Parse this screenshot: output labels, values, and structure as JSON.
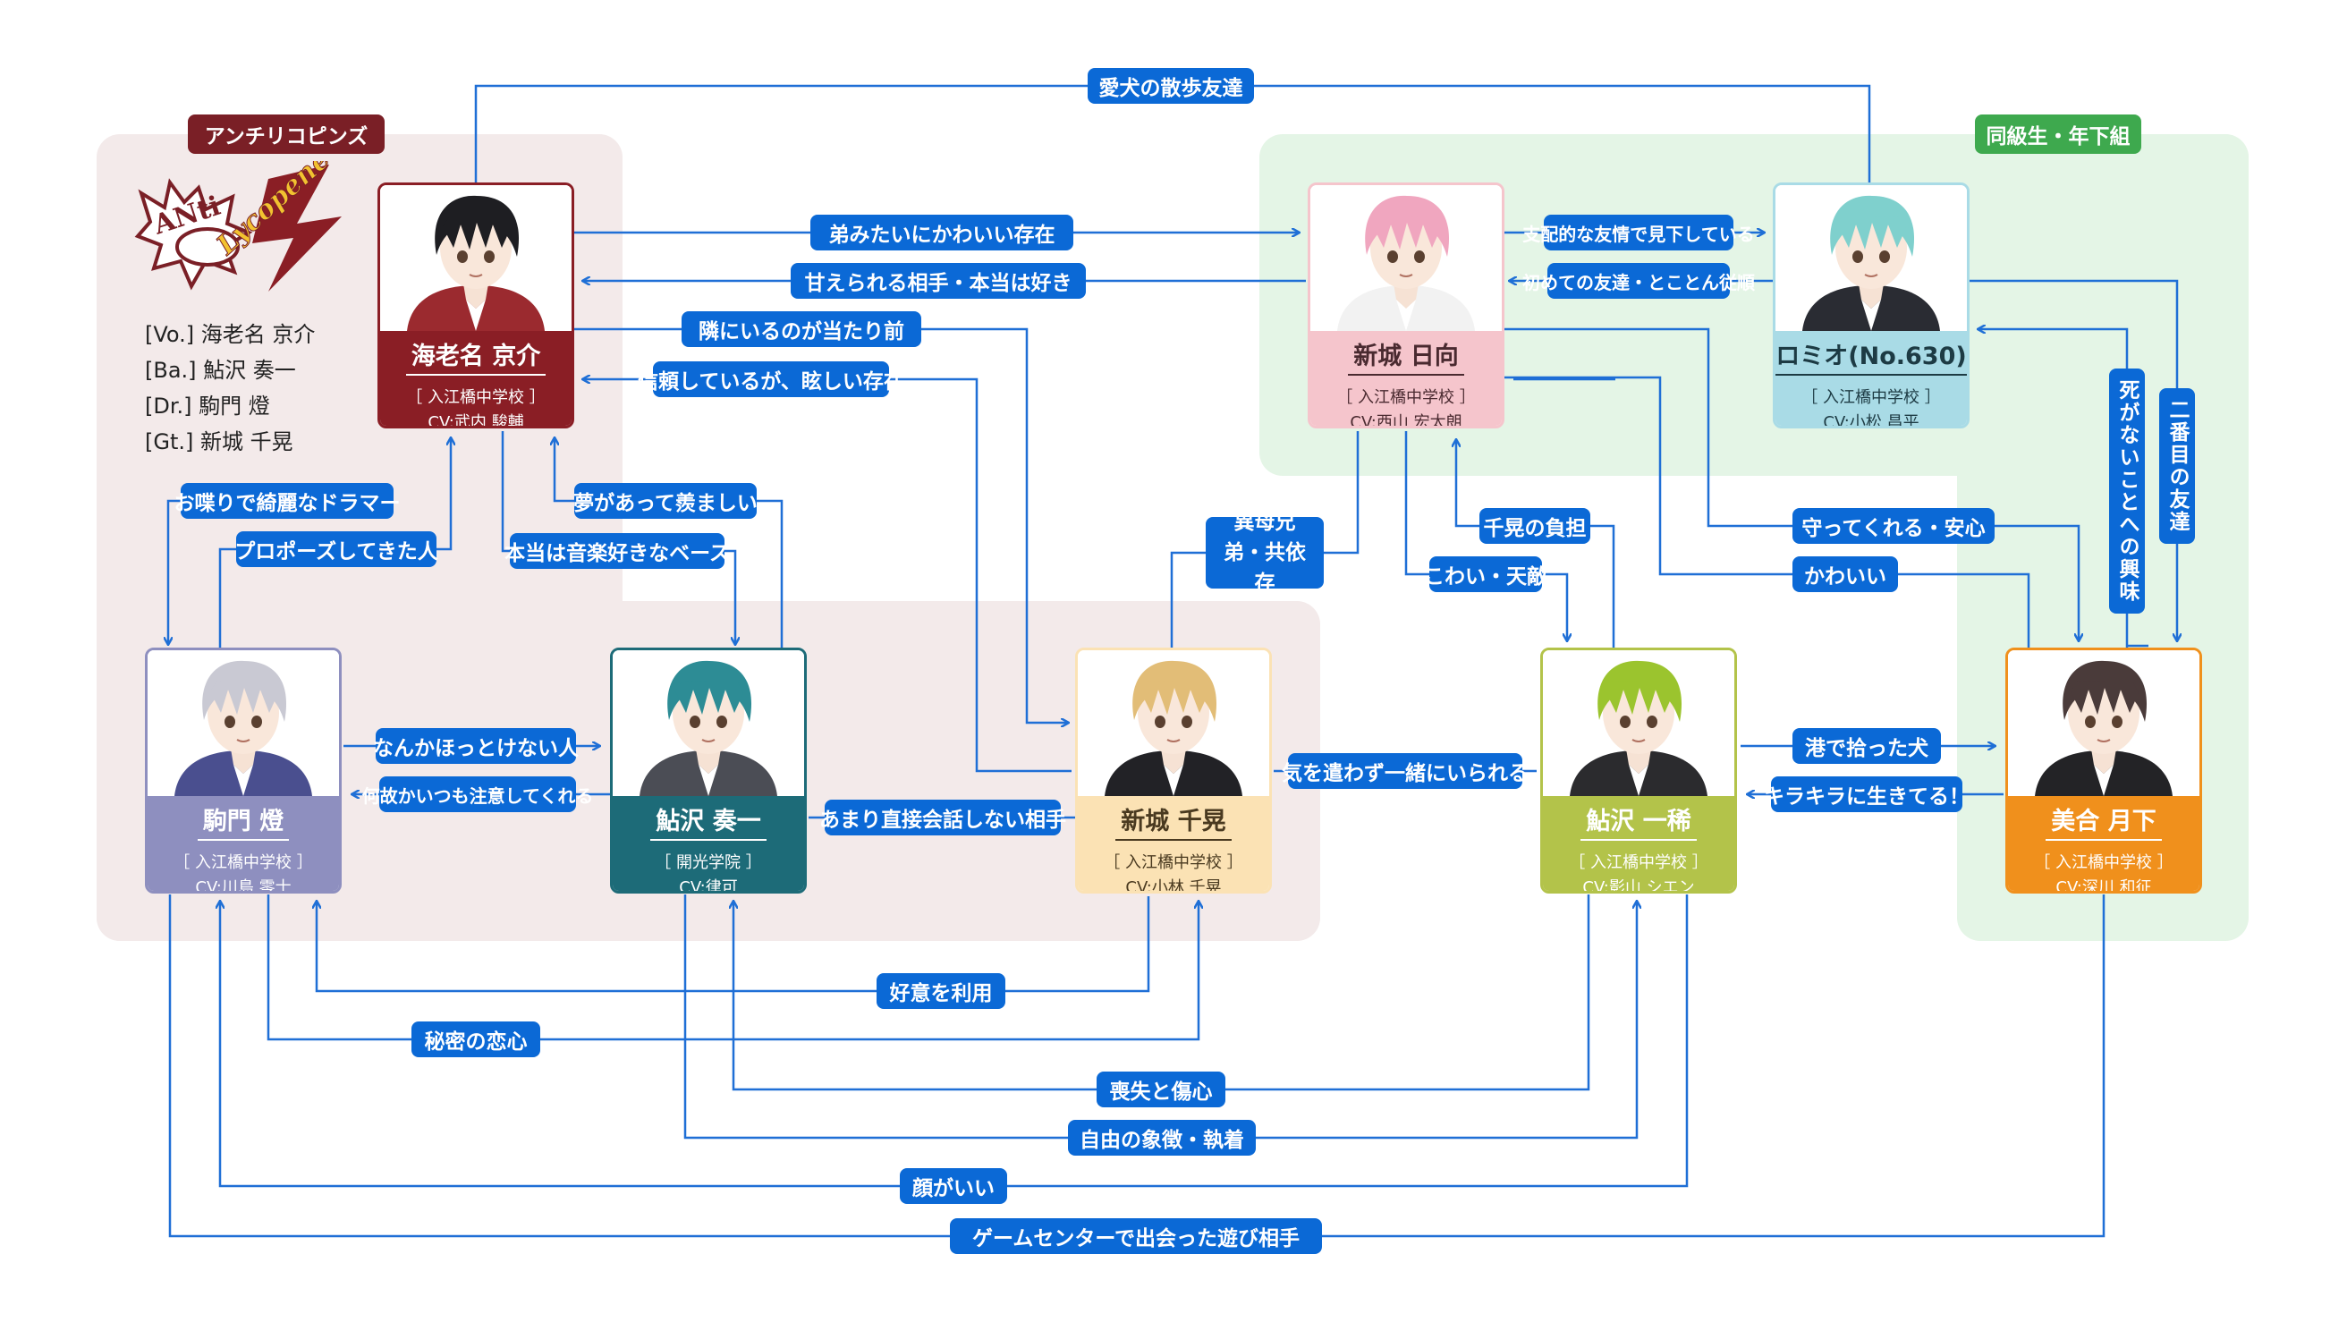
{
  "groups": {
    "anti": {
      "tag": "アンチリコピンズ",
      "color": "#7a1f26",
      "bg": "#f3eaea"
    },
    "junior": {
      "tag": "同級生・年下組",
      "color": "#3ea94e",
      "bg": "#e4f5e6"
    }
  },
  "logo": {
    "line1": "ANti",
    "line2": "Lycopene"
  },
  "members": [
    "[Vo.] 海老名 京介",
    "[Ba.] 鮎沢 奏一",
    "[Dr.] 駒門 燈",
    "[Gt.] 新城 千晃"
  ],
  "characters": {
    "ebina": {
      "name": "海老名 京介",
      "school": "［ 入江橋中学校 ］",
      "cv": "CV:武内 駿輔",
      "color": "#8a1e25",
      "text": "#ffffff",
      "hair": "#1e1e22",
      "shirt": "#9b2a2f"
    },
    "komakado": {
      "name": "駒門 燈",
      "school": "［ 入江橋中学校 ］",
      "cv": "CV:川島 零士",
      "color": "#8e8fbf",
      "text": "#ffffff",
      "hair": "#c9c9d3",
      "shirt": "#4a4f8f"
    },
    "ayusawa_s": {
      "name": "鮎沢 奏一",
      "school": "［ 開光学院 ］",
      "cv": "CV:律可",
      "color": "#1d6b78",
      "text": "#ffffff",
      "hair": "#2d8c95",
      "shirt": "#4b4d55"
    },
    "arashiro_c": {
      "name": "新城 千晃",
      "school": "［ 入江橋中学校 ］",
      "cv": "CV:小林 千晃",
      "color": "#fbe2b4",
      "text": "#4a3a20",
      "hair": "#e2bd77",
      "shirt": "#222226"
    },
    "arashiro_h": {
      "name": "新城 日向",
      "school": "［ 入江橋中学校 ］",
      "cv": "CV:西山 宏太朗",
      "color": "#f5c5cc",
      "text": "#4a2a30",
      "hair": "#f0a6bf",
      "shirt": "#f2f2f2"
    },
    "romio": {
      "name": "ロミオ(No.630)",
      "school": "［ 入江橋中学校 ］",
      "cv": "CV:小松 昌平",
      "color": "#a9dbe6",
      "text": "#1d3b44",
      "hair": "#7fd0cd",
      "shirt": "#2a2c33"
    },
    "ayusawa_k": {
      "name": "鮎沢 一稀",
      "school": "［ 入江橋中学校 ］",
      "cv": "CV:影山 シエン",
      "color": "#b3c34a",
      "text": "#ffffff",
      "hair": "#9bc42e",
      "shirt": "#2b2b2e"
    },
    "miai": {
      "name": "美合 月下",
      "school": "［ 入江橋中学校 ］",
      "cv": "CV:深川 和征",
      "color": "#f0901c",
      "text": "#ffffff",
      "hair": "#4a3b3a",
      "shirt": "#232326"
    }
  },
  "relations": {
    "dog_walk": "愛犬の散歩友達",
    "like_brother": "弟みたいにかわいい存在",
    "spoil": "甘えられる相手・本当は好き",
    "next_to": "隣にいるのが当たり前",
    "trust": "信頼しているが、眩しい存在",
    "drummer": "お喋りで綺麗なドラマー",
    "propose": "プロポーズしてきた人",
    "dream": "夢があって羨ましい",
    "music_bass": "本当は音楽好きなベース",
    "dominant": "支配的な友情で見下している",
    "first_friend": "初めての友達・とことん従順",
    "half_brothers": "異母兄弟・共依存",
    "chiaki_burden": "千晃の負担",
    "scary": "こわい・天敵",
    "protect": "守ってくれる・安心",
    "cute": "かわいい",
    "death_interest": "死がないことへの興味",
    "second_friend": "二番目の友達",
    "cant_leave": "なんかほっとけない人",
    "careful": "何故かいつも注意してくれる",
    "not_direct": "あまり直接会話しない相手",
    "relaxed": "気を遣わず一緒にいられる",
    "dog_found": "港で拾った犬",
    "sparkle": "キラキラに生きてる！",
    "use_affection": "好意を利用",
    "secret_love": "秘密の恋心",
    "loss": "喪失と傷心",
    "freedom": "自由の象徴・執着",
    "good_face": "顔がいい",
    "game_center": "ゲームセンターで出会った遊び相手"
  }
}
